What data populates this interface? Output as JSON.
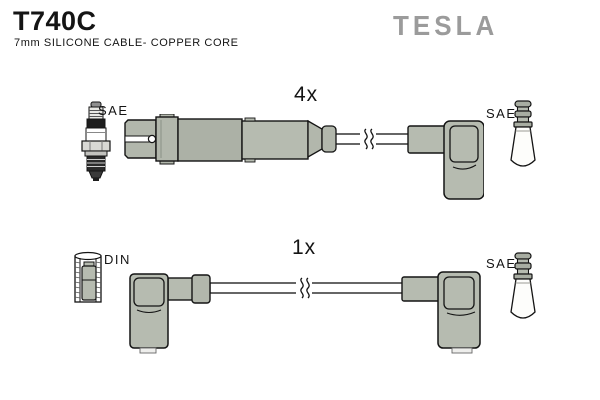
{
  "header": {
    "part_number": "T740C",
    "subtitle": "7mm SILICONE CABLE- COPPER CORE",
    "brand": "TESLA"
  },
  "diagram": {
    "rows": [
      {
        "quantity": "4x",
        "left_standard": "SAE",
        "left_icon": "spark-plug-icon",
        "right_standard": "SAE",
        "right_icon": "sae-terminal-boot-icon",
        "cable_style": "straight multi-segment connector to 90-degree boot"
      },
      {
        "quantity": "1x",
        "left_standard": "DIN",
        "left_icon": "din-socket-icon",
        "right_standard": "SAE",
        "right_icon": "sae-terminal-boot-icon",
        "cable_style": "90-degree boot to 90-degree boot"
      }
    ]
  },
  "colors": {
    "background": "#ffffff",
    "text": "#141414",
    "brand_gray": "#9b9b9b",
    "part_fill": "#b6bbb0",
    "part_fill_dark": "#acb1a6",
    "wire_fill": "#ffffff",
    "outline": "#141414"
  }
}
